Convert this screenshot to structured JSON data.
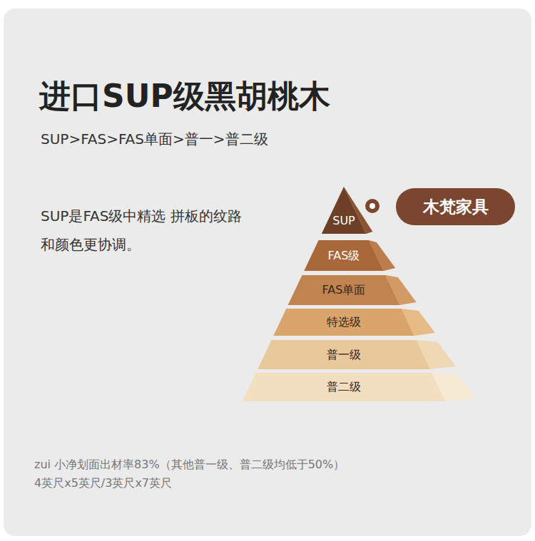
{
  "diagram": {
    "title": "进口SUP级黑胡桃木",
    "nodes": [
      {
        "text": [
          "SUP"
        ]
      },
      {
        "text": [
          "FAS级"
        ]
      },
      {
        "text": [
          "FAS单面"
        ]
      },
      {
        "text": [
          "特选级"
        ]
      },
      {
        "text": [
          "普一级"
        ]
      },
      {
        "text": [
          "普二级"
        ]
      },
      {
        "text": [
          "木梵家具"
        ]
      }
    ],
    "labels": [
      "SUP>FAS>FAS单面>普一>普二级",
      "SUP是FAS级中精选 拼板的纹路和颜色更协调。",
      "zui 小净划面出材率83%（其他普一级、普二级均低于50%）",
      "4英尺x5英尺/3英尺x7英尺"
    ]
  }
}
